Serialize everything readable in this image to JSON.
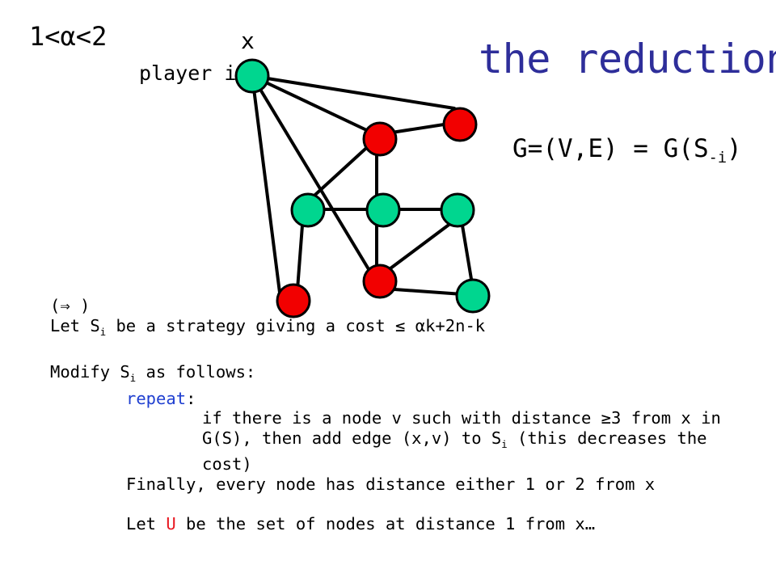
{
  "slide": {
    "title": "the reduction",
    "alpha_condition": "1<α<2",
    "x_label": "x",
    "player_label": "player i",
    "graph_eq_main": "G=(V,E) = G(S",
    "graph_eq_sub": "-i",
    "graph_eq_end": ")"
  },
  "body": {
    "direction": "(⇒ )",
    "let_prefix": "Let S",
    "let_sub": "i",
    "let_rest": " be a strategy giving a cost ≤ αk+2n-k",
    "blank1": "",
    "modify_prefix": "Modify S",
    "modify_sub": "i",
    "modify_rest": " as follows:",
    "repeat": "repeat",
    "repeat_colon": ":",
    "if_line1": "if there is a node v such with distance ≥3 from x in",
    "if_line2_prefix": "G(S), then add edge (x,v) to S",
    "if_line2_sub": "i",
    "if_line2_rest": " (this decreases the",
    "if_line3": "cost)",
    "finally": "Finally, every node has distance either 1 or 2 from x",
    "blank2": "",
    "letU_prefix": "Let ",
    "letU_U": "U",
    "letU_rest": " be the set of nodes at distance 1 from x…"
  },
  "colors": {
    "title": "#2e2e9a",
    "keyword": "#1f3fd0",
    "highlight": "#e8161f",
    "green_node": "#00d68f",
    "red_node": "#f20000"
  },
  "graph": {
    "node_colors": [
      "green",
      "red",
      "red",
      "green",
      "green",
      "green",
      "red",
      "red",
      "green"
    ]
  }
}
